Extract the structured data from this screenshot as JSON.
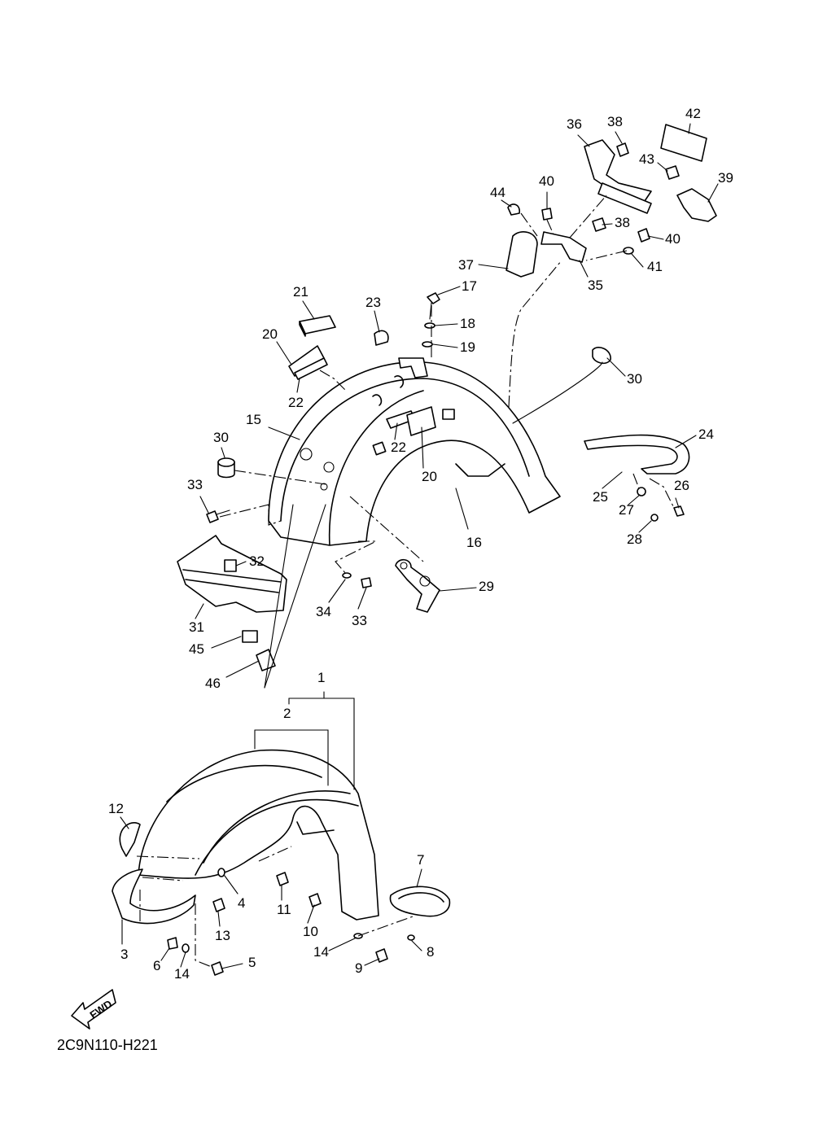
{
  "diagram_code": "2C9N110-H221",
  "fwd_label": "FWD",
  "callouts": [
    "1",
    "2",
    "3",
    "4",
    "5",
    "6",
    "7",
    "8",
    "9",
    "10",
    "11",
    "12",
    "13",
    "14",
    "14",
    "15",
    "16",
    "17",
    "18",
    "19",
    "20",
    "20",
    "21",
    "22",
    "22",
    "23",
    "24",
    "25",
    "26",
    "27",
    "28",
    "29",
    "30",
    "30",
    "31",
    "32",
    "33",
    "33",
    "34",
    "35",
    "36",
    "37",
    "38",
    "38",
    "39",
    "40",
    "40",
    "41",
    "42",
    "43",
    "44",
    "45",
    "46"
  ]
}
